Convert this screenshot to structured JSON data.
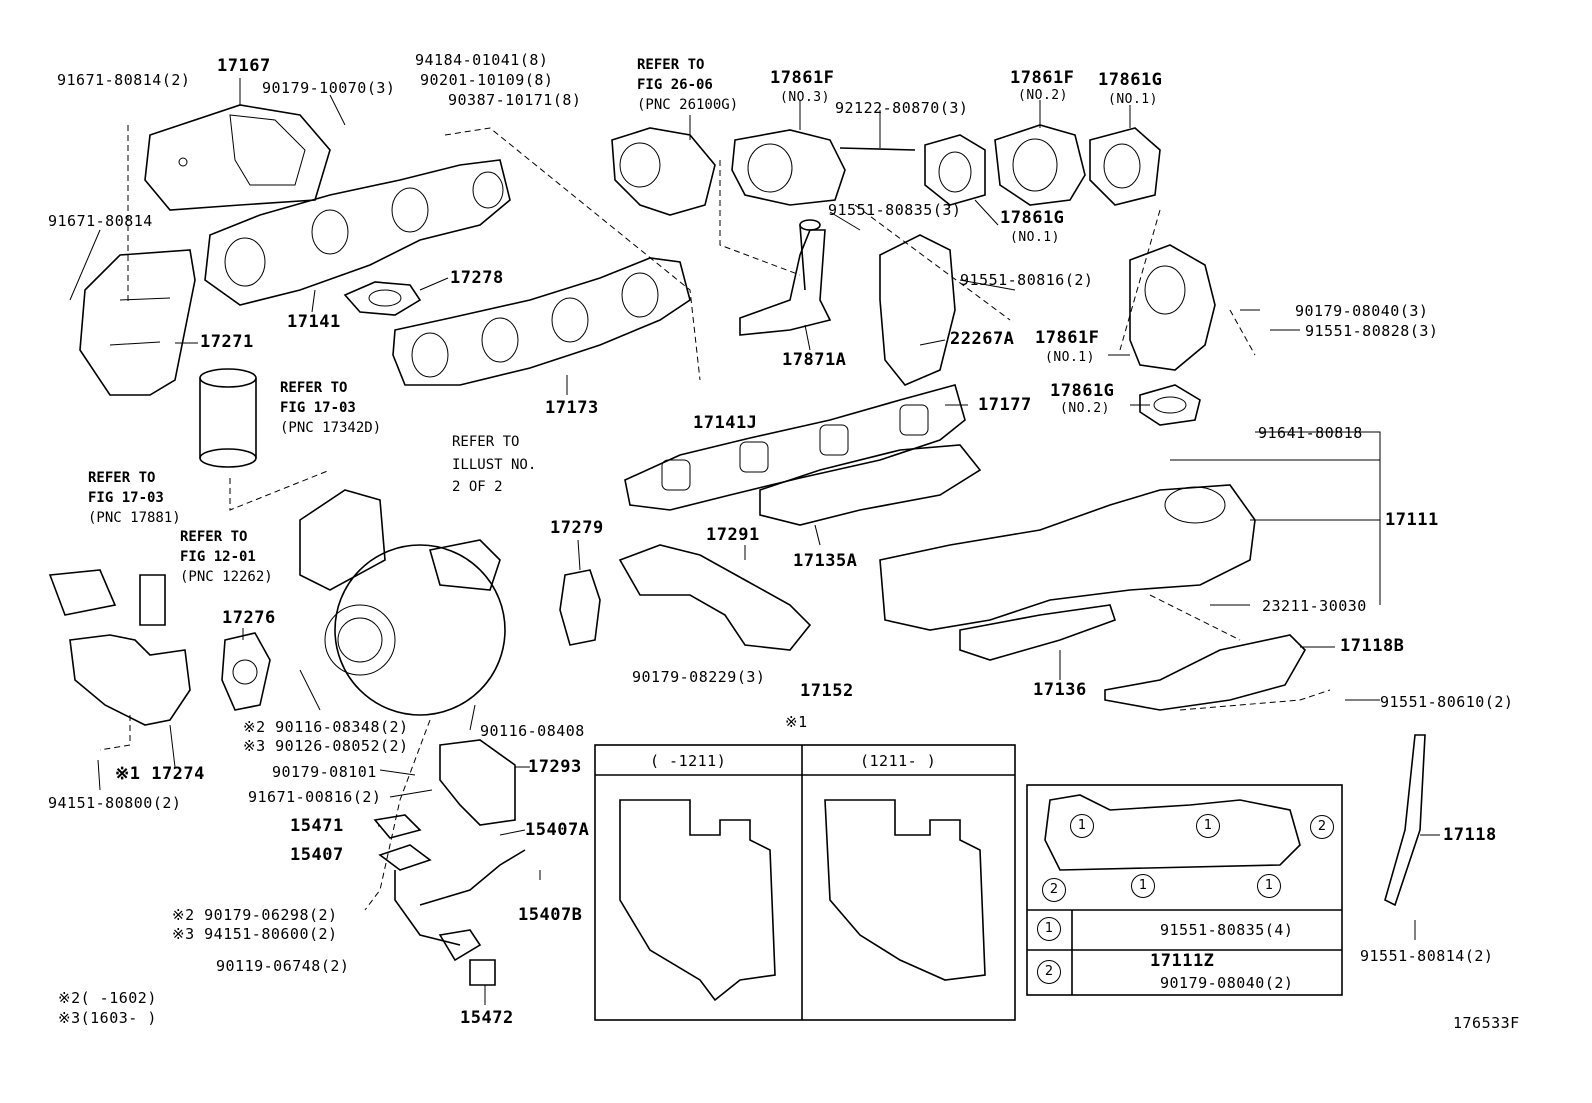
{
  "labels": {
    "p91671_80814_2": "91671-80814(2)",
    "p17167": "17167",
    "p90179_10070_3": "90179-10070(3)",
    "p94184": "94184-01041(8)",
    "p90201": "90201-10109(8)",
    "p90387": "90387-10171(8)",
    "ref_fig2606_a": "REFER TO",
    "ref_fig2606_b": "FIG 26-06",
    "ref_fig2606_c": "(PNC 26100G)",
    "p17861F_no3": "17861F",
    "no3": "(NO.3)",
    "p92122": "92122-80870(3)",
    "p17861F_no2": "17861F",
    "no2": "(NO.2)",
    "p17861G_no1_top": "17861G",
    "no1_top": "(NO.1)",
    "p91671_80814": "91671-80814",
    "p91551_80835_3": "91551-80835(3)",
    "p17861G_no1": "17861G",
    "no1_b": "(NO.1)",
    "p17278": "17278",
    "p91551_80816_2": "91551-80816(2)",
    "p90179_08040_3": "90179-08040(3)",
    "p91551_80828_3": "91551-80828(3)",
    "p17141": "17141",
    "p17271": "17271",
    "p22267A": "22267A",
    "p17871A": "17871A",
    "p17861F_no1": "17861F",
    "no1_c": "(NO.1)",
    "ref_fig1703_a": "REFER TO",
    "ref_fig1703_b": "FIG 17-03",
    "ref_fig1703_c": "(PNC 17342D)",
    "p17173": "17173",
    "p17141J": "17141J",
    "p17177": "17177",
    "p17861G_no2": "17861G",
    "no2_b": "(NO.2)",
    "p91641": "91641-80818",
    "ref_illust_a": "REFER TO",
    "ref_illust_b": "ILLUST NO.",
    "ref_illust_c": "2 OF 2",
    "ref_17881_a": "REFER TO",
    "ref_17881_b": "FIG 17-03",
    "ref_17881_c": "(PNC 17881)",
    "ref_1201_a": "REFER TO",
    "ref_1201_b": "FIG 12-01",
    "ref_1201_c": "(PNC 12262)",
    "p17279": "17279",
    "p17291": "17291",
    "p17135A": "17135A",
    "p17111": "17111",
    "p17276": "17276",
    "p23211": "23211-30030",
    "p17118B": "17118B",
    "p90179_08229": "90179-08229(3)",
    "p17152": "17152",
    "p17136": "17136",
    "p91551_80610": "91551-80610(2)",
    "p90116_08348": "※2 90116-08348(2)",
    "p90126_08052": "※3 90126-08052(2)",
    "p90116_08408": "90116-08408",
    "star1": "※1",
    "p17274": "※1 17274",
    "p94151_80800": "94151-80800(2)",
    "p90179_08101": "90179-08101",
    "p91671_00816": "91671-00816(2)",
    "p17293": "17293",
    "p15471": "15471",
    "p15407A": "15407A",
    "p15407": "15407",
    "p15407B": "15407B",
    "p90179_06298": "※2 90179-06298(2)",
    "p94151_80600": "※3 94151-80600(2)",
    "p90119_06748": "90119-06748(2)",
    "p15472": "15472",
    "p17118": "17118",
    "p91551_80814_2": "91551-80814(2)",
    "foot1": "※2(      -1602)",
    "foot2": "※3(1603-      )",
    "ref_code": "176533F"
  },
  "variant_box": {
    "left_header": "(     -1211)",
    "right_header": "(1211-     )"
  },
  "legend_box": {
    "marker1": "1",
    "marker2": "2",
    "row1_part": "91551-80835(4)",
    "row2_part_a": "17111Z",
    "row2_part_b": "90179-08040(2)"
  }
}
